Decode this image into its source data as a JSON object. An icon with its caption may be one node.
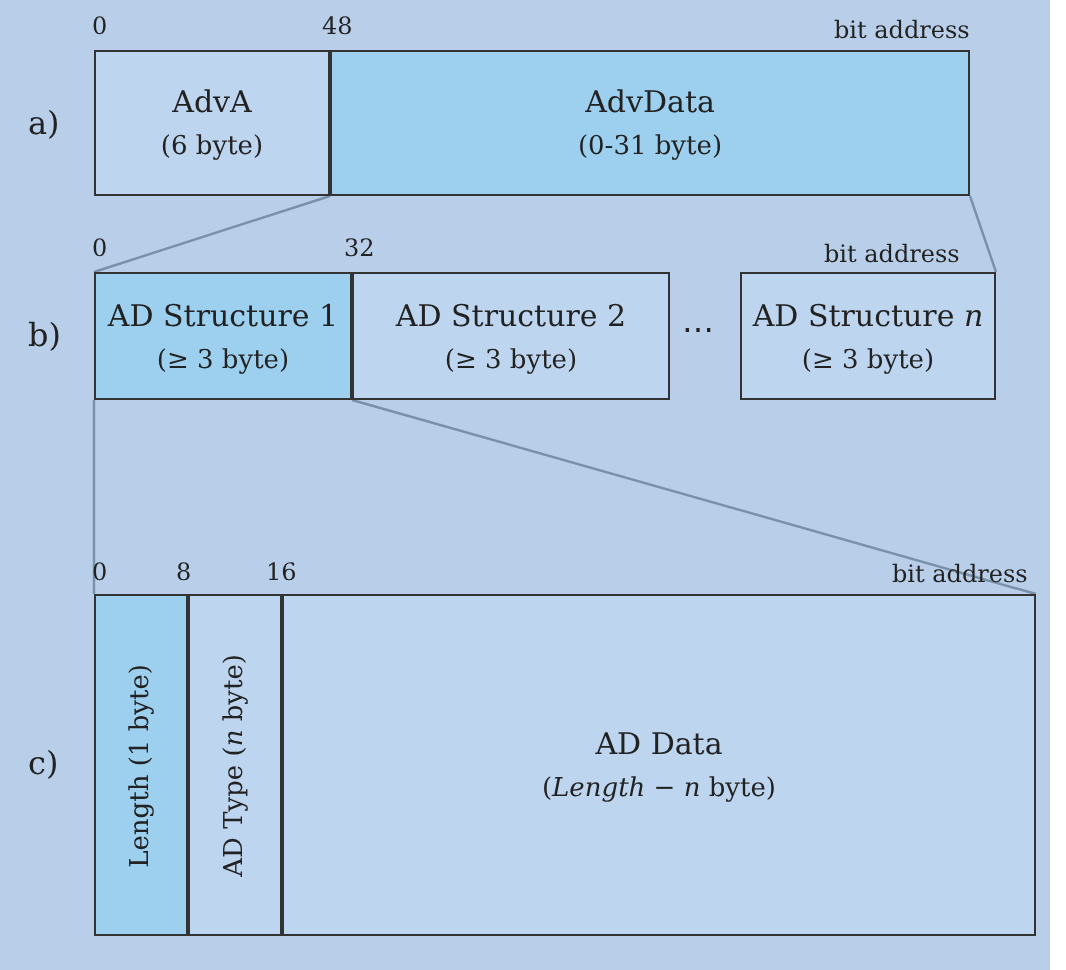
{
  "diagram": {
    "nodes": [
      {
        "text": [
          "AdvA",
          "(6 byte)"
        ]
      },
      {
        "text": [
          "AdvData",
          "(0-31 byte)"
        ]
      },
      {
        "text": [
          "AD Structure 1",
          "(≥ 3 byte)"
        ]
      },
      {
        "text": [
          "AD Structure 2",
          "(≥ 3 byte)"
        ]
      },
      {
        "text": [
          "AD Structure *n*",
          "(≥ 3 byte)"
        ]
      },
      {
        "text": [
          "Length (1 byte)"
        ]
      },
      {
        "text": [
          "AD Type (*n* byte)"
        ]
      },
      {
        "text": [
          "AD Data",
          "(*Length* − *n* byte)"
        ]
      }
    ],
    "edges": [
      {
        "from": 1,
        "to": 2,
        "arrow": "none"
      },
      {
        "from": 1,
        "to": 4,
        "arrow": "none"
      },
      {
        "from": 2,
        "to": 5,
        "arrow": "none"
      },
      {
        "from": 2,
        "to": 7,
        "arrow": "none"
      }
    ],
    "labels": [
      "0",
      "48",
      "bit address",
      "a)",
      "0",
      "32",
      "bit address",
      "b)",
      "⋯",
      "0",
      "8",
      "16",
      "bit address",
      "c)"
    ]
  }
}
